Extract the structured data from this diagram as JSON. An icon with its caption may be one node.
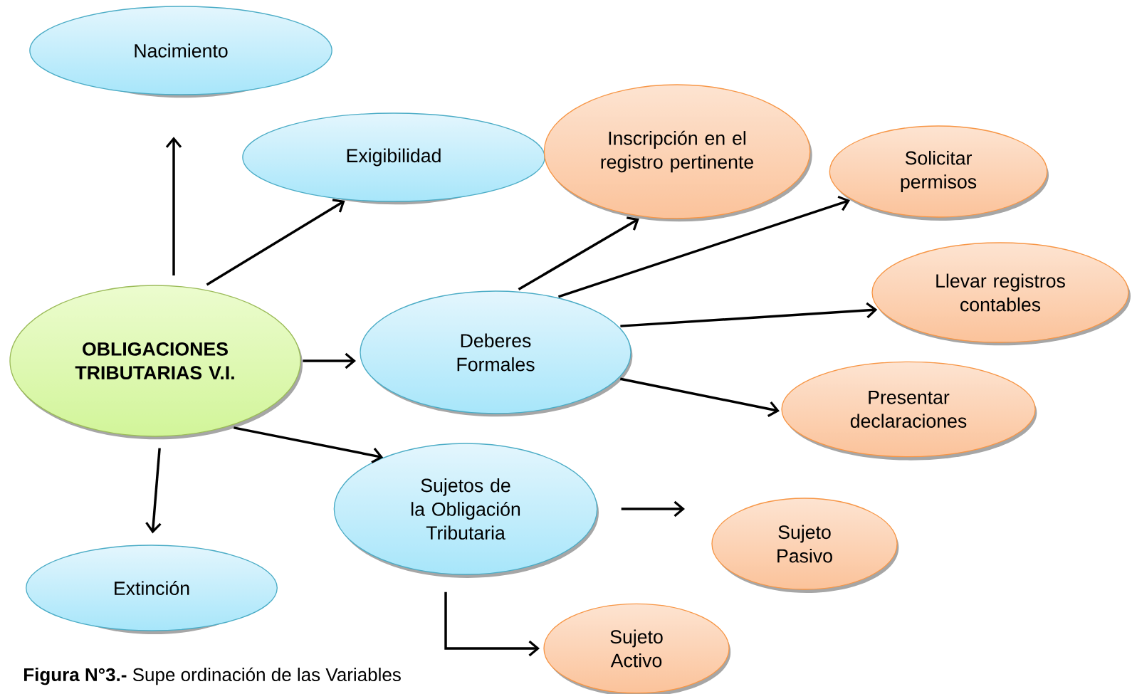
{
  "diagram": {
    "caption": "**Figura N°3.-** Supe ordinación de las Variables",
    "nodes": [
      {
        "text": [
          "OBLIGACIONES TRIBUTARIAS V.I."
        ]
      },
      {
        "text": [
          "Nacimiento"
        ]
      },
      {
        "text": [
          "Exigibilidad"
        ]
      },
      {
        "text": [
          "Deberes Formales"
        ]
      },
      {
        "text": [
          "Sujetos de la Obligación Tributaria"
        ]
      },
      {
        "text": [
          "Extinción"
        ]
      },
      {
        "text": [
          "Inscripción en el registro pertinente"
        ]
      },
      {
        "text": [
          "Solicitar permisos"
        ]
      },
      {
        "text": [
          "Llevar registros contables"
        ]
      },
      {
        "text": [
          "Presentar declaraciones"
        ]
      },
      {
        "text": [
          "Sujeto Pasivo"
        ]
      },
      {
        "text": [
          "Sujeto Activo"
        ]
      }
    ],
    "edges": [
      {
        "from": 0,
        "to": 1,
        "arrow": "to"
      },
      {
        "from": 0,
        "to": 2,
        "arrow": "to"
      },
      {
        "from": 0,
        "to": 3,
        "arrow": "to"
      },
      {
        "from": 0,
        "to": 4,
        "arrow": "to"
      },
      {
        "from": 0,
        "to": 5,
        "arrow": "to"
      },
      {
        "from": 3,
        "to": 6,
        "arrow": "to"
      },
      {
        "from": 3,
        "to": 7,
        "arrow": "to"
      },
      {
        "from": 3,
        "to": 8,
        "arrow": "to"
      },
      {
        "from": 3,
        "to": 9,
        "arrow": "to"
      },
      {
        "from": 4,
        "to": 10,
        "arrow": "to"
      },
      {
        "from": 4,
        "to": 11,
        "arrow": "to"
      }
    ]
  }
}
